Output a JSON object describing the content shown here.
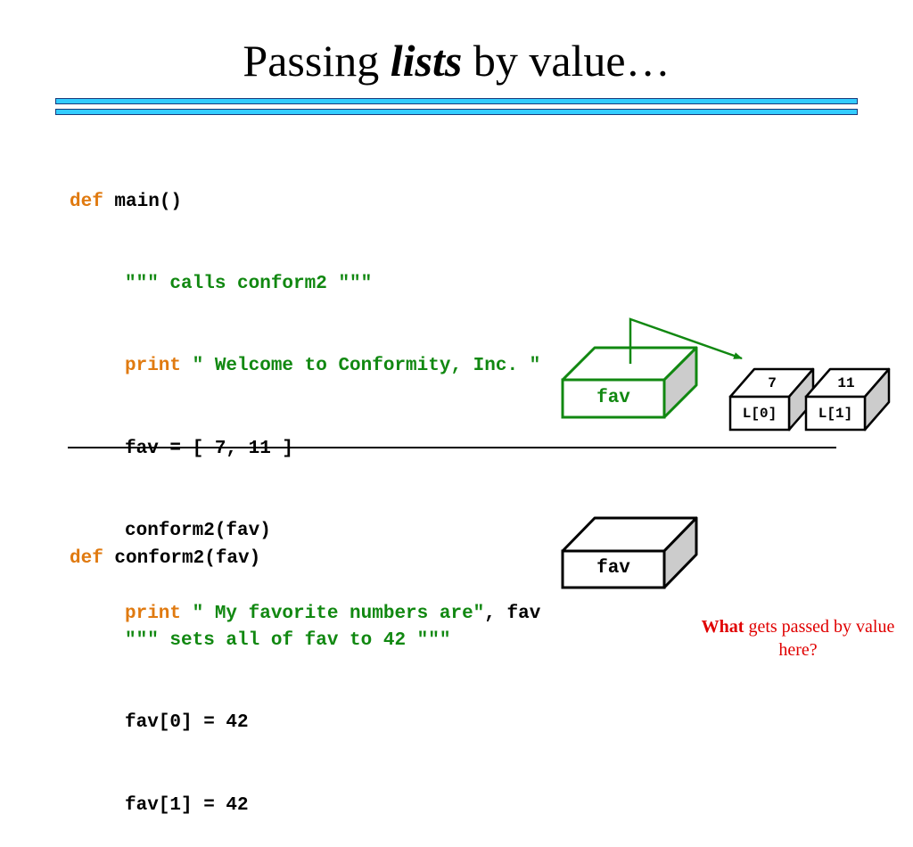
{
  "title": {
    "prefix": "Passing ",
    "emphasis": "lists",
    "suffix": " by value…"
  },
  "main_code": {
    "def_kw": "def",
    "signature": " main()",
    "docstring": "\"\"\" calls conform2 \"\"\"",
    "print1_kw": "print",
    "print1_str": " \" Welcome to Conformity, Inc. \"",
    "assign": "fav = [ 7, 11 ]",
    "call": "conform2(fav)",
    "print2_kw": "print",
    "print2_str": " \" My favorite numbers are\"",
    "print2_rest": ", fav"
  },
  "conform_code": {
    "def_kw": "def",
    "signature": " conform2(fav)",
    "docstring": "\"\"\" sets all of fav to 42 \"\"\"",
    "line1": "fav[0] = 42",
    "line2": "fav[1] = 42"
  },
  "diagram": {
    "fav_main_label": "fav",
    "list_values": [
      "7",
      "11"
    ],
    "list_indices": [
      "L[0]",
      "L[1]"
    ],
    "fav_conform_label": "fav"
  },
  "note": {
    "bold": "What",
    "rest": " gets passed by value here?"
  },
  "colors": {
    "keyword": "#e07a10",
    "string": "#118811",
    "note": "#e00000",
    "rule": "#33ccff",
    "green_box": "#118811"
  }
}
